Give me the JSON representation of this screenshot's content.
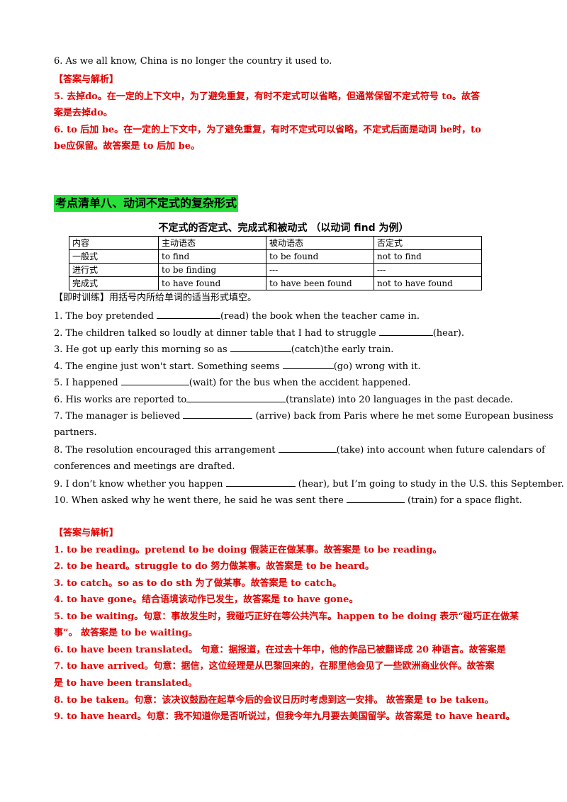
{
  "top": {
    "q6": "6.  As we all know, China is no longer the country it  used  to.",
    "answer_header": "【答案与解析】",
    "ans5": "5. 去掉do。在一定的上下文中，为了避免重复，有时不定式可以省略，但通常保留不定式符号 to。故答",
    "ans5b": "案是去掉do。",
    "ans6": "6.  to 后加 be。在一定的上下文中，为了避免重复，有时不定式可以省略，不定式后面是动词 be时，to",
    "ans6b": "be应保留。故答案是 to 后加 be。"
  },
  "section": {
    "heading": "考点清单八、动词不定式的复杂形式",
    "table_title": "不定式的否定式、完成式和被动式  （以动词 find 为例）",
    "table": [
      [
        "内容",
        "主动语态",
        "被动语态",
        "否定式"
      ],
      [
        "一般式",
        "to find",
        "to be found",
        "not to find"
      ],
      [
        "进行式",
        "to  be  finding",
        "---",
        "---"
      ],
      [
        "完成式",
        "to have found",
        "to have been found",
        "not to have found"
      ]
    ]
  },
  "exercise": {
    "intro": "【即时训练】用括号内所给单词的适当形式填空。",
    "q1a": "1.  The boy pretended ",
    "q1b": "(read) the book when the teacher came in.",
    "q2a": "2.  The children talked so loudly at dinner table that I had to struggle ",
    "q2b": "(hear).",
    "q3a": "3. He got up early this morning so as ",
    "q3b": "(catch)the early train.",
    "q4a": "4.  The engine just won't start. Something seems ",
    "q4b": "(go) wrong with it.",
    "q5a": "5.  I  happened  ",
    "q5b": "(wait)  for  the  bus  when  the  accident  happened.",
    "q6a": "6.  His works are reported to",
    "q6b": "(translate) into 20 languages in the past decade.",
    "q7a": "7.  The manager is believed ",
    "q7b": " (arrive) back from Paris where he met some European business",
    "q7c": "partners.",
    "q8a": "8.  The resolution encouraged this arrangement ",
    "q8b": "(take)  into  account  when  future  calendars  of",
    "q8c": "conferences  and  meetings  are  drafted.",
    "q9a": "9.  I don’t know whether you happen ",
    "q9b": " (hear), but I’m going to study in the U.S. this September.",
    "q10a": "10.  When  asked  why  he  went  there,  he  said  he  was  sent  there  ",
    "q10b": "  (train)  for a  space  flight."
  },
  "answers": {
    "header": "【答案与解析】",
    "a1": "1.  to  be  reading。pretend  to  be  doing 假装正在做某事。故答案是 to  be  reading。",
    "a2": "2.  to  be  heard。struggle  to  do 努力做某事。故答案是 to  be  heard。",
    "a3": "3.  to  catch。so  as  to  do  sth 为了做某事。故答案是 to  catch。",
    "a4": "4.  to  have  gone。结合语境该动作已发生，故答案是 to  have  gone。",
    "a5": "5. to be waiting。句意：事故发生时，我碰巧正好在等公共汽车。happen to be doing 表示“碰巧正在做某",
    "a5b": "事”。 故答案是 to be waiting。",
    "a6": "6. to have been translated。  句意：据报道，在过去十年中，他的作品已被翻译成 20 种语言。故答案是",
    "a7": "7. to have arrived。句意：据信，这位经理是从巴黎回来的，在那里他会见了一些欧洲商业伙伴。故答案",
    "a7b": "是 to have been translated。",
    "a8": "8. to be taken。句意：该决议鼓励在起草今后的会议日历时考虑到这一安排。  故答案是 to be taken。",
    "a9": "9. to have heard。句意：我不知道你是否听说过，但我今年九月要去美国留学。故答案是 to have heard。"
  }
}
